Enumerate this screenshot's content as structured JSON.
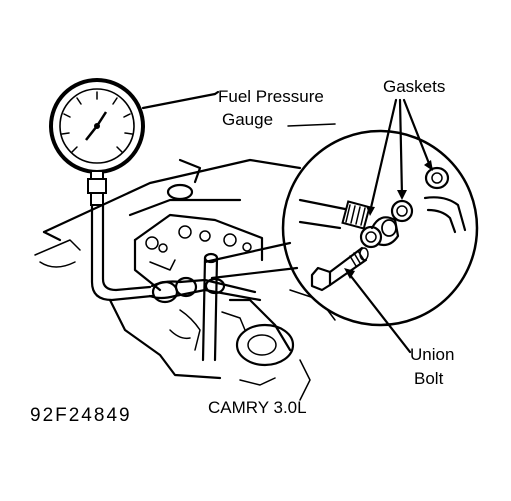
{
  "labels": {
    "fuel_pressure_gauge_line1": "Fuel Pressure",
    "fuel_pressure_gauge_line2": "Gauge",
    "gaskets": "Gaskets",
    "union_line1": "Union",
    "union_line2": "Bolt",
    "figure_code": "92F24849",
    "model": "CAMRY 3.0L"
  }
}
